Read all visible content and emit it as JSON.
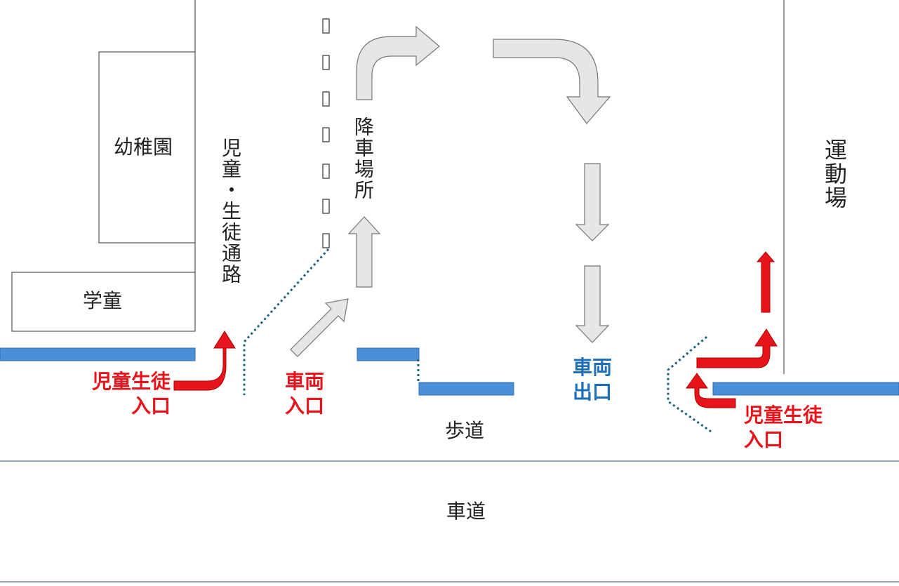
{
  "buildings": {
    "kindergarten": "幼稚園",
    "after_school": "学童",
    "sports_ground": "運動場"
  },
  "paths": {
    "student_path": "児童・生徒通路",
    "dropoff_area": "降車場所"
  },
  "entrances": {
    "student_left": [
      "児童生徒",
      "入口"
    ],
    "vehicle_in": [
      "車両",
      "入口"
    ],
    "vehicle_out": [
      "車両",
      "出口"
    ],
    "student_right": [
      "児童生徒",
      "入口"
    ]
  },
  "streets": {
    "sidewalk": "歩道",
    "roadway": "車道"
  },
  "colors": {
    "student_arrow": "#e8141b",
    "vehicle_arrow": "#e6e6e6",
    "fence": "#4a8fd8",
    "dotted_line": "#1f5f7a",
    "exit_label": "#1f6fb8"
  }
}
